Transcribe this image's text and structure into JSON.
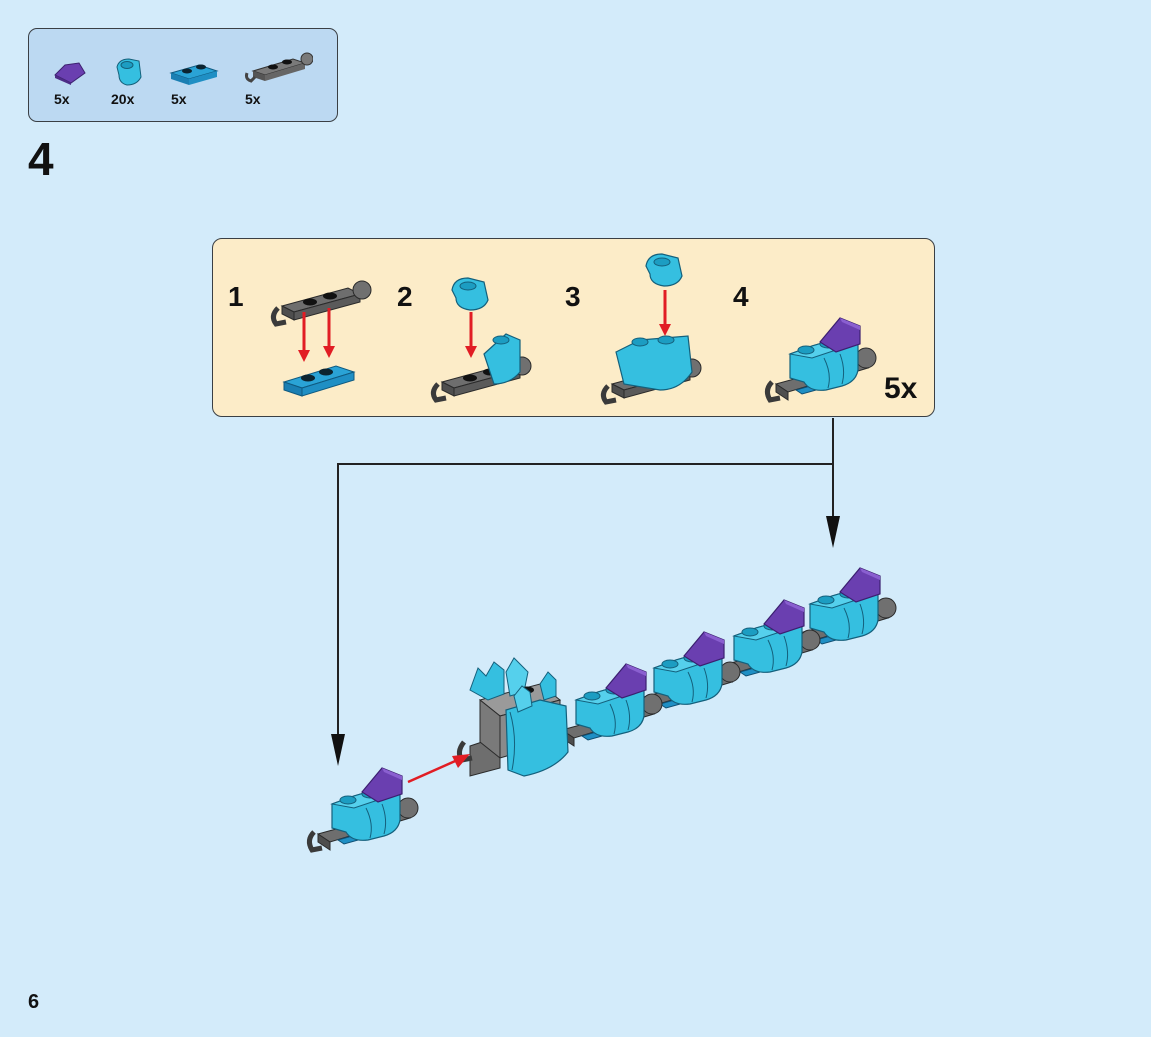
{
  "parts_list": [
    {
      "name": "purple-slope-piece",
      "qty": "5x"
    },
    {
      "name": "azure-rounded-piece",
      "qty": "20x"
    },
    {
      "name": "blue-plate-piece",
      "qty": "5x"
    },
    {
      "name": "gray-hinge-plate-piece",
      "qty": "5x"
    }
  ],
  "step": {
    "number": "4"
  },
  "substeps": [
    {
      "number": "1"
    },
    {
      "number": "2"
    },
    {
      "number": "3"
    },
    {
      "number": "4"
    }
  ],
  "substep_multiplier": "5x",
  "page_number": "6",
  "colors": {
    "background": "#d3ebfa",
    "parts_box": "#bcd9f2",
    "substep_box": "#fcecc8",
    "azure": "#35bfe0",
    "azure_dark": "#1f8fb0",
    "purple": "#6a3fb0",
    "gray": "#6e6e6e",
    "arrow_red": "#e11d24"
  }
}
